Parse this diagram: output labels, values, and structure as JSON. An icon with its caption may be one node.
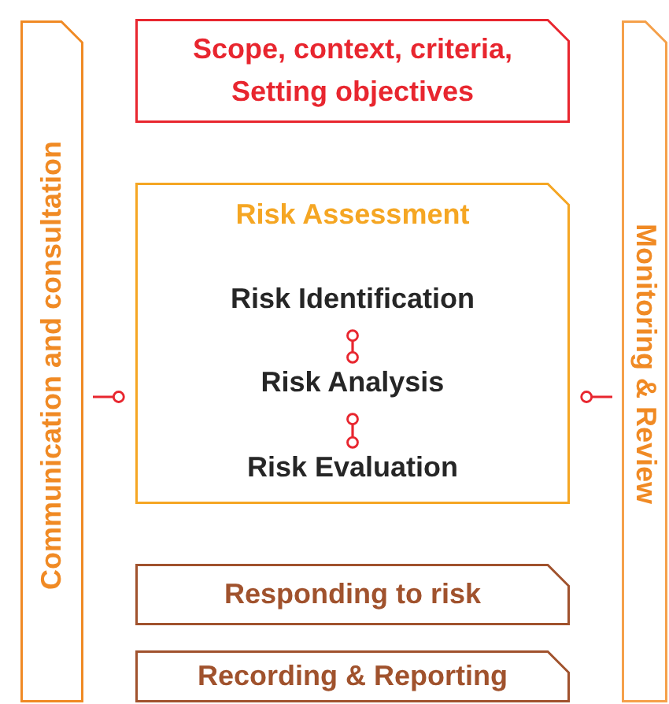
{
  "diagram": {
    "nodes": [
      {
        "text": [
          "Communication and consultation"
        ]
      },
      {
        "text": [
          "Scope, context, criteria, Setting objectives"
        ]
      },
      {
        "text": [
          "Risk Assessment"
        ]
      },
      {
        "text": [
          "Risk Identification"
        ],
        "in": 2
      },
      {
        "text": [
          "Risk Analysis"
        ],
        "in": 2
      },
      {
        "text": [
          "Risk Evaluation"
        ],
        "in": 2
      },
      {
        "text": [
          "Responding to risk"
        ]
      },
      {
        "text": [
          "Recording & Reporting"
        ]
      },
      {
        "text": [
          "Monitoring & Review"
        ]
      }
    ],
    "edges": [
      {
        "from": 3,
        "to": 4,
        "arrow": "other"
      },
      {
        "from": 4,
        "to": 5,
        "arrow": "other"
      },
      {
        "from": 0,
        "to": 2,
        "arrow": "other"
      },
      {
        "from": 8,
        "to": 2,
        "arrow": "other"
      }
    ]
  }
}
